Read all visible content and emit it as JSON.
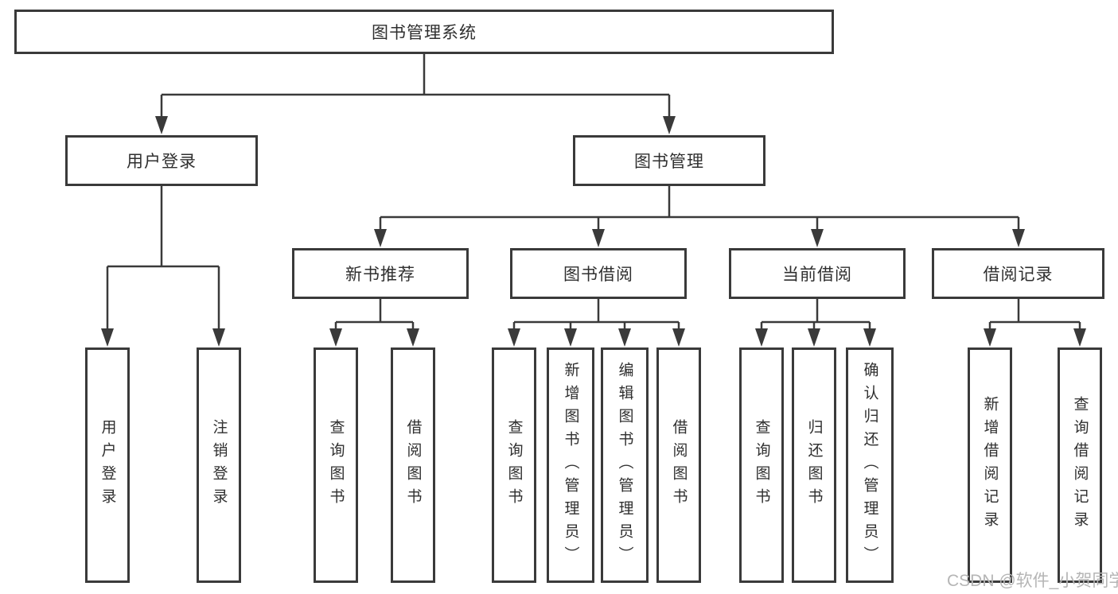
{
  "tree": {
    "root": {
      "label": "图书管理系统",
      "children": [
        {
          "label": "用户登录",
          "children": [
            {
              "label": "用户登录"
            },
            {
              "label": "注销登录"
            }
          ]
        },
        {
          "label": "图书管理",
          "children": [
            {
              "label": "新书推荐",
              "children": [
                {
                  "label": "查询图书"
                },
                {
                  "label": "借阅图书"
                }
              ]
            },
            {
              "label": "图书借阅",
              "children": [
                {
                  "label": "查询图书"
                },
                {
                  "label": "新增图书（管理员）"
                },
                {
                  "label": "编辑图书（管理员）"
                },
                {
                  "label": "借阅图书"
                }
              ]
            },
            {
              "label": "当前借阅",
              "children": [
                {
                  "label": "查询图书"
                },
                {
                  "label": "归还图书"
                },
                {
                  "label": "确认归还（管理员）"
                }
              ]
            },
            {
              "label": "借阅记录",
              "children": [
                {
                  "label": "新增借阅记录"
                },
                {
                  "label": "查询借阅记录"
                }
              ]
            }
          ]
        }
      ]
    }
  },
  "watermark": {
    "text": "CSDN @软件_小贺同学"
  },
  "colors": {
    "line": "#3a3a3a",
    "box_border": "#3a3a3a",
    "box_background": "#ffffff",
    "text": "#2f2f2f",
    "watermark": "#b5b5b5",
    "page_background": "#ffffff"
  }
}
